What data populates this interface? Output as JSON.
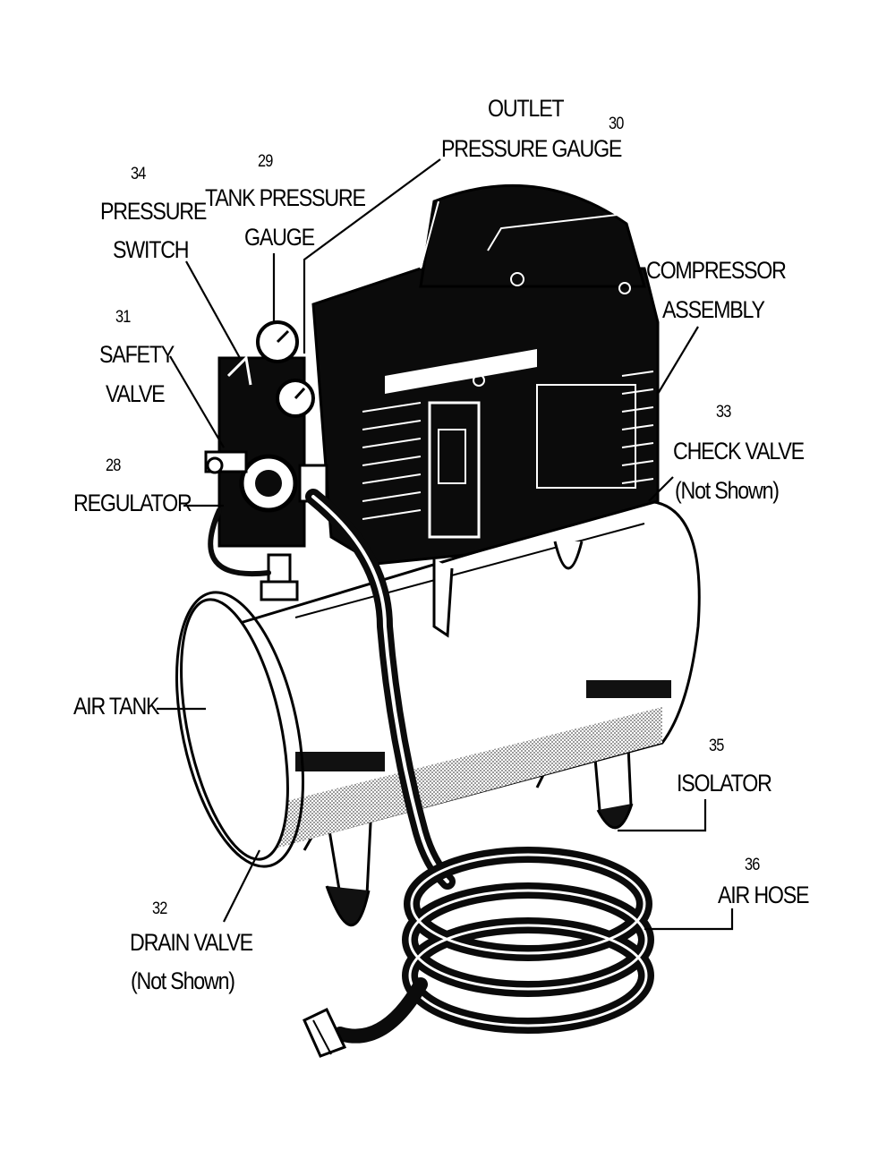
{
  "parts": [
    {
      "number": "30",
      "lines": [
        "OUTLET",
        "PRESSURE GAUGE"
      ]
    },
    {
      "number": "29",
      "lines": [
        "TANK PRESSURE",
        "GAUGE"
      ]
    },
    {
      "number": "34",
      "lines": [
        "PRESSURE",
        "SWITCH"
      ]
    },
    {
      "number": "",
      "lines": [
        "COMPRESSOR",
        "ASSEMBLY"
      ]
    },
    {
      "number": "31",
      "lines": [
        "SAFETY",
        "VALVE"
      ]
    },
    {
      "number": "33",
      "lines": [
        "CHECK VALVE",
        "(Not Shown)"
      ]
    },
    {
      "number": "28",
      "lines": [
        "REGULATOR"
      ]
    },
    {
      "number": "",
      "lines": [
        "AIR TANK"
      ]
    },
    {
      "number": "35",
      "lines": [
        "ISOLATOR"
      ]
    },
    {
      "number": "36",
      "lines": [
        "AIR HOSE"
      ]
    },
    {
      "number": "32",
      "lines": [
        "DRAIN VALVE",
        "(Not Shown)"
      ]
    }
  ],
  "colors": {
    "ink": "#000000",
    "paper": "#ffffff",
    "shade": "#9a9a9a"
  }
}
